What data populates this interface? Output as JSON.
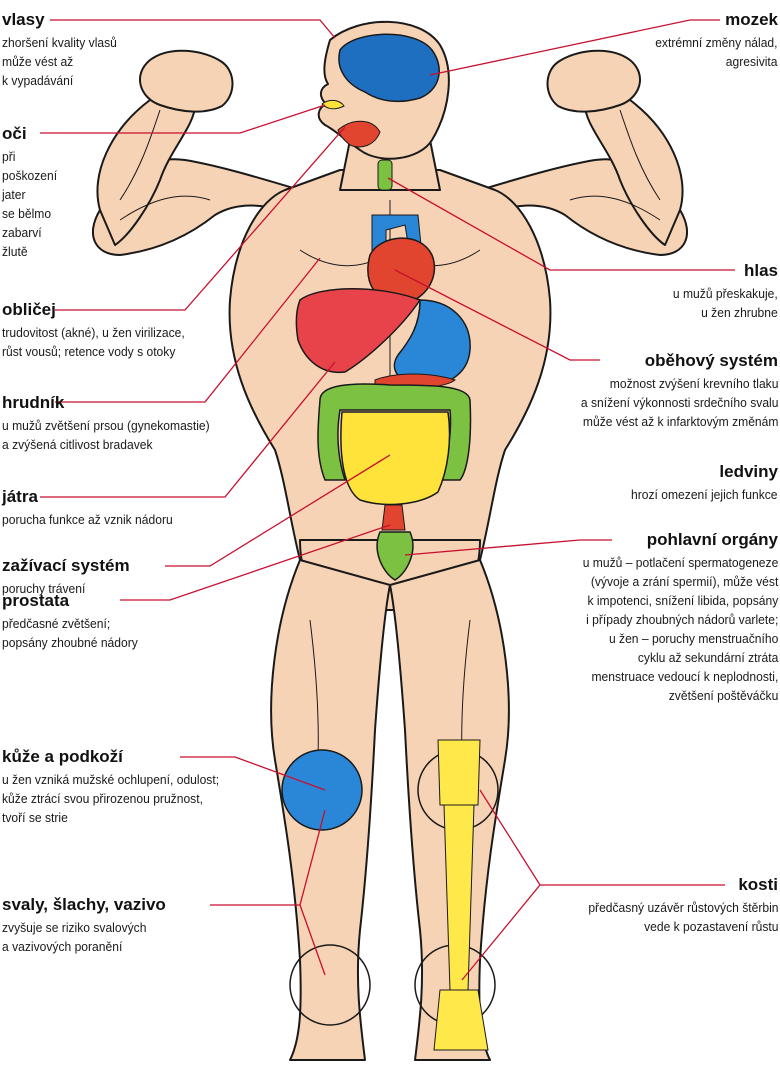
{
  "labels": {
    "vlasy": {
      "title": "vlasy",
      "lines": [
        "zhoršení kvality vlasů",
        "může vést až",
        "k vypadávání"
      ]
    },
    "oci": {
      "title": "oči",
      "lines": [
        "při",
        "poškození",
        "jater",
        "se bělmo",
        "zabarví",
        "žlutě"
      ]
    },
    "oblicej": {
      "title": "obličej",
      "lines": [
        "trudovitost (akné), u žen virilizace,",
        "růst vousů; retence vody s otoky"
      ]
    },
    "hrudnik": {
      "title": "hrudník",
      "lines": [
        "u mužů zvětšení prsou (gynekomastie)",
        "a zvýšená citlivost bradavek"
      ]
    },
    "jatra": {
      "title": "játra",
      "lines": [
        "porucha funkce až vznik nádoru"
      ]
    },
    "zazivaci": {
      "title": "zažívací systém",
      "lines": [
        "poruchy trávení"
      ]
    },
    "prostata": {
      "title": "prostata",
      "lines": [
        "předčasné zvětšení;",
        "popsány zhoubné nádory"
      ]
    },
    "kuze": {
      "title": "kůže a podkoží",
      "lines": [
        "u žen vzniká mužské ochlupení, odulost;",
        "kůže ztrácí svou přirozenou pružnost,",
        "tvoří se strie"
      ]
    },
    "svaly": {
      "title": "svaly, šlachy, vazivo",
      "lines": [
        "zvyšuje se riziko svalových",
        "a vazivových poranění"
      ]
    },
    "mozek": {
      "title": "mozek",
      "lines": [
        "extrémní změny nálad,",
        "agresivita"
      ]
    },
    "hlas": {
      "title": "hlas",
      "lines": [
        "u mužů přeskakuje,",
        "u žen zhrubne"
      ]
    },
    "obehovy": {
      "title": "oběhový systém",
      "lines": [
        "možnost zvýšení krevního tlaku",
        "a snížení výkonnosti srdečního svalu",
        "může vést až k infarktovým změnám"
      ]
    },
    "ledviny": {
      "title": "ledviny",
      "lines": [
        "hrozí omezení jejich funkce"
      ]
    },
    "pohlavni": {
      "title": "pohlavní orgány",
      "lines": [
        "u mužů – potlačení spermatogeneze",
        "(vývoje a zrání spermií), může vést",
        "k impotenci, snížení libida, popsány",
        "i případy zhoubných nádorů varlete;",
        "u žen – poruchy menstruačního",
        "cyklu až sekundární ztráta",
        "menstruace vedoucí k neplodnosti,",
        "zvětšení poštěváčku"
      ]
    },
    "kosti": {
      "title": "kosti",
      "lines": [
        "předčasný uzávěr růstových štěrbin",
        "vede k pozastavení růstu"
      ]
    }
  },
  "colors": {
    "skin": "#f7d3b6",
    "outline": "#1a1a1a",
    "leader": "#c8102e",
    "brain": "#1f6fc0",
    "heart": "#e2452f",
    "liver": "#e8434a",
    "stomach": "#2a86d6",
    "colon": "#7cc142",
    "intestine": "#ffe23a",
    "bone": "#ffe94a",
    "vessel": "#3a7fd0"
  }
}
